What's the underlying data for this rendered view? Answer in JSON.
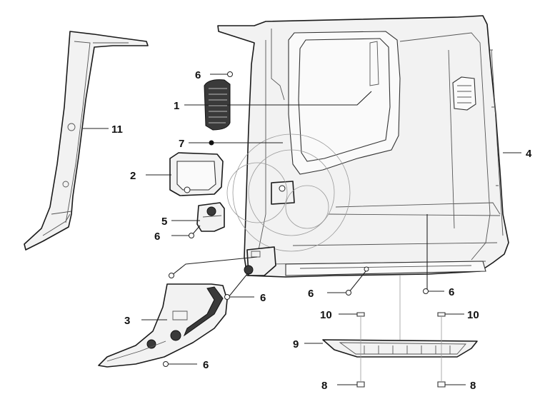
{
  "diagram": {
    "type": "exploded-parts-diagram",
    "callouts": [
      {
        "id": "c1",
        "label": "1"
      },
      {
        "id": "c2",
        "label": "2"
      },
      {
        "id": "c3",
        "label": "3"
      },
      {
        "id": "c4",
        "label": "4"
      },
      {
        "id": "c5",
        "label": "5"
      },
      {
        "id": "c6a",
        "label": "6"
      },
      {
        "id": "c6b",
        "label": "6"
      },
      {
        "id": "c6c",
        "label": "6"
      },
      {
        "id": "c6d",
        "label": "6"
      },
      {
        "id": "c6e",
        "label": "6"
      },
      {
        "id": "c6f",
        "label": "6"
      },
      {
        "id": "c7",
        "label": "7"
      },
      {
        "id": "c8a",
        "label": "8"
      },
      {
        "id": "c8b",
        "label": "8"
      },
      {
        "id": "c9",
        "label": "9"
      },
      {
        "id": "c10a",
        "label": "10"
      },
      {
        "id": "c10b",
        "label": "10"
      },
      {
        "id": "c11",
        "label": "11"
      }
    ]
  }
}
